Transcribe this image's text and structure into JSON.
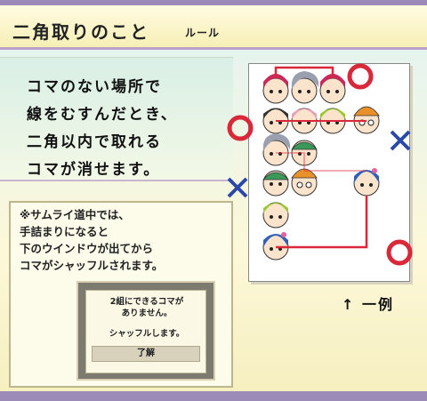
{
  "header": {
    "title": "二角取りのこと",
    "subtitle": "ルール"
  },
  "rule": {
    "lines": [
      "コマのない場所で",
      "線をむすんだとき、",
      "二角以内で取れる",
      "コマが消せます。"
    ]
  },
  "note": {
    "lines": [
      "※サムライ道中では、",
      "手詰まりになると",
      "下のウインドウが出てから",
      "コマがシャッフルされます。"
    ]
  },
  "dialog": {
    "message_lines": [
      "2組にできるコマが",
      "ありません。"
    ],
    "shuffle_text": "シャッフルします。",
    "ok_label": "了解"
  },
  "example": {
    "label": "↑ 一例"
  },
  "colors": {
    "path_red": "#d8283a",
    "cross_blue": "#2a48a8",
    "circle_red": "#d8283a"
  },
  "pieces": [
    {
      "name": "red-hair-girl-icon"
    },
    {
      "name": "gray-hair-girl-icon"
    },
    {
      "name": "red-hair-girl-icon"
    },
    {
      "name": "dark-hair-boy-icon"
    },
    {
      "name": "pink-hair-girl-icon"
    },
    {
      "name": "green-hair-boy-icon"
    },
    {
      "name": "orange-hair-boy-icon"
    },
    {
      "name": "gray-hair-girl-icon"
    },
    {
      "name": "green-cap-boy-icon"
    },
    {
      "name": "green-cap-boy-icon"
    },
    {
      "name": "orange-hair-boy-icon"
    },
    {
      "name": "blue-hair-girl-icon"
    },
    {
      "name": "green-hair-boy-icon"
    },
    {
      "name": "blue-hair-girl-icon"
    }
  ]
}
